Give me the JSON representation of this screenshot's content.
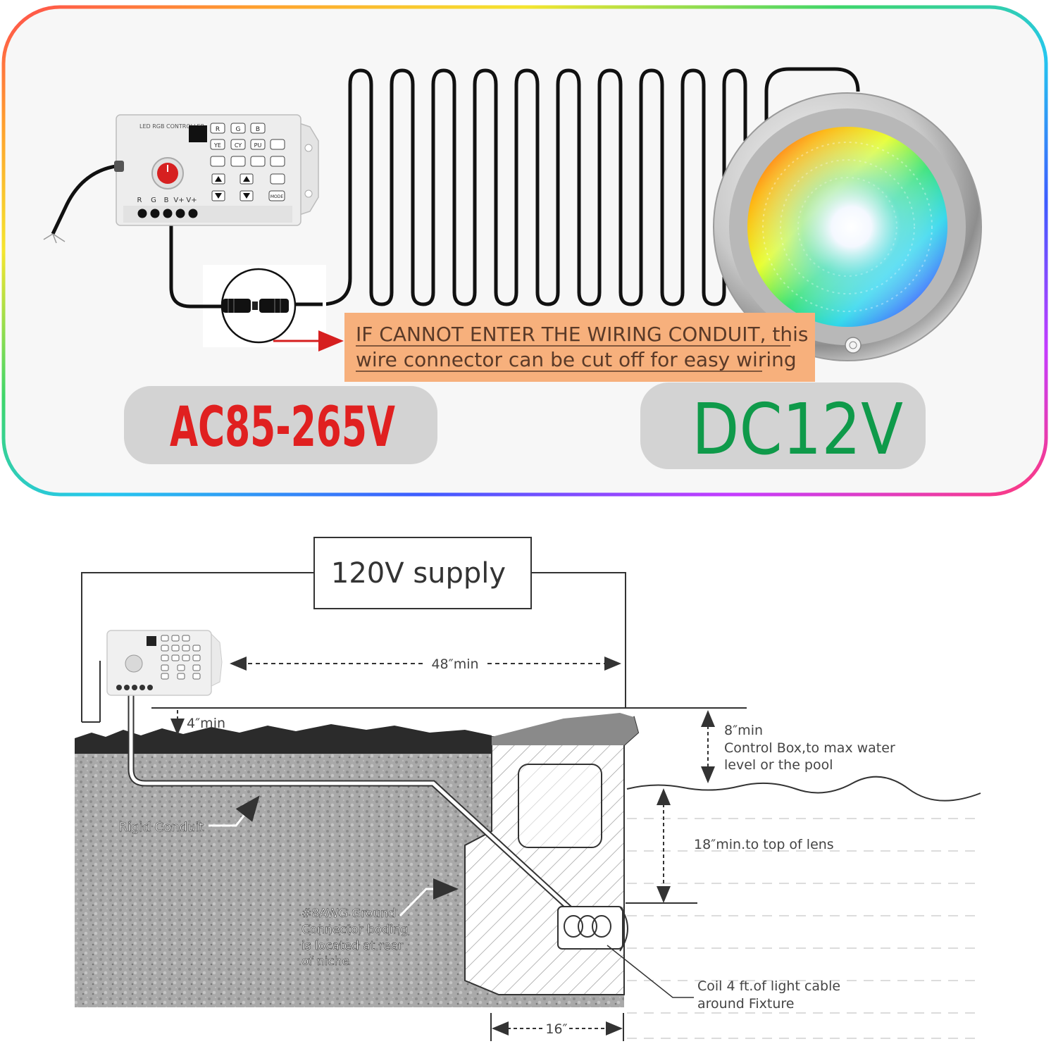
{
  "top_panel": {
    "callout": {
      "line1": "IF CANNOT ENTER THE WIRING CONDUIT, this",
      "line2": "wire connector can be cut off for easy wiring",
      "bg_color": "#f7b07c",
      "text_color": "#5a3a28"
    },
    "voltage_ac": {
      "label": "AC85-265V",
      "color": "#e02020"
    },
    "voltage_dc": {
      "label": "DC12V",
      "color": "#0f9a4a"
    },
    "border_gradient": [
      "#e83a3a",
      "#f5a623",
      "#f8e71c",
      "#4cd964",
      "#2ec5f0",
      "#3b5bff",
      "#c13bff",
      "#ff3b8d"
    ]
  },
  "controller": {
    "title": "LED RGB CONTROLLER",
    "buttons": [
      "R",
      "G",
      "B",
      "YE",
      "CY",
      "PU"
    ],
    "terminals": [
      "R",
      "G",
      "B",
      "V+",
      "V+"
    ],
    "mode_label": "MODE",
    "power_switch_color": "#d62020"
  },
  "diagram": {
    "supply_label": "120V supply",
    "dim_48": "48″min",
    "dim_4": "4″min",
    "dim_8_line1": "8″min",
    "dim_8_line2": "Control Box,to max water",
    "dim_8_line3": "level or the pool",
    "dim_18": "18″min.to top of lens",
    "dim_16": "16″",
    "rigid_conduit": "Rigid Conduit",
    "ground_line1": "#8AWG Ground",
    "ground_line2": "Connector boding",
    "ground_line3": "is located at rear",
    "ground_line4": "of niche",
    "coil_line1": "Coil 4 ft.of light cable",
    "coil_line2": "around Fixture"
  }
}
